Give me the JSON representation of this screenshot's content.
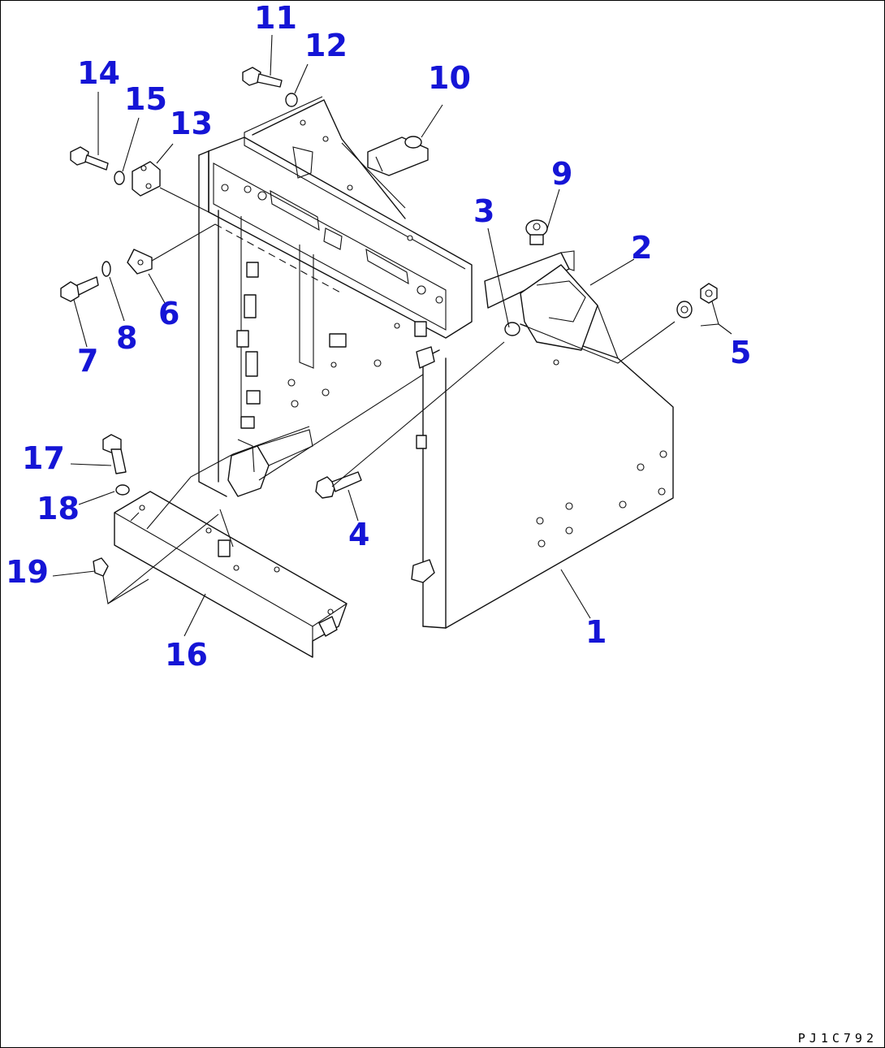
{
  "callouts": [
    "1",
    "2",
    "3",
    "4",
    "5",
    "6",
    "7",
    "8",
    "9",
    "10",
    "11",
    "12",
    "13",
    "14",
    "15",
    "16",
    "17",
    "18",
    "19"
  ],
  "drawing_code": "PJ1C792",
  "colors": {
    "callout": "#1515d6",
    "line": "#111111",
    "background": "#ffffff"
  }
}
